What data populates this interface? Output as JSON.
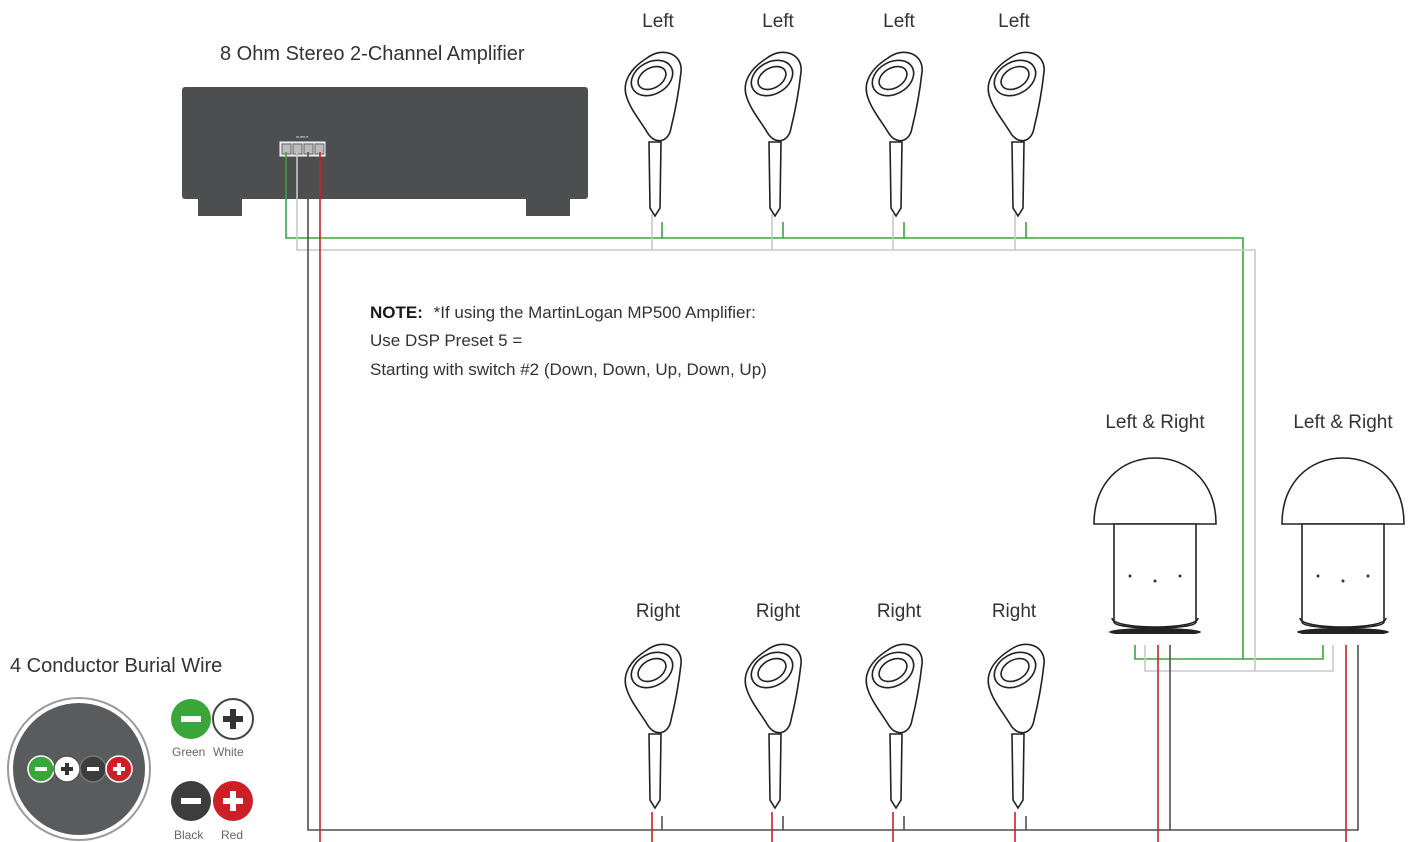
{
  "amplifier": {
    "title": "8 Ohm Stereo 2-Channel Amplifier",
    "output_label": "OUTPUT"
  },
  "speakers_top": [
    "Left",
    "Left",
    "Left",
    "Left"
  ],
  "speakers_bottom": [
    "Right",
    "Right",
    "Right",
    "Right"
  ],
  "bollards": [
    "Left & Right",
    "Left & Right"
  ],
  "note": {
    "heading": "NOTE:",
    "line1": "*If using the MartinLogan MP500 Amplifier:",
    "line2": "Use DSP Preset 5 =",
    "line3": "Starting with switch #2 (Down, Down, Up, Down, Up)"
  },
  "wire_legend": {
    "title": "4 Conductor Burial Wire",
    "green_label": "Green",
    "white_label": "White",
    "black_label": "Black",
    "red_label": "Red",
    "minus_glyph": "−",
    "plus_glyph": "+"
  },
  "colors": {
    "green": "#3aa63a",
    "white": "#c8c8c8",
    "black": "#4f4f4f",
    "red": "#cc2027",
    "amp_body": "#4d4e50",
    "cable_jacket": "#5a5b5d"
  }
}
